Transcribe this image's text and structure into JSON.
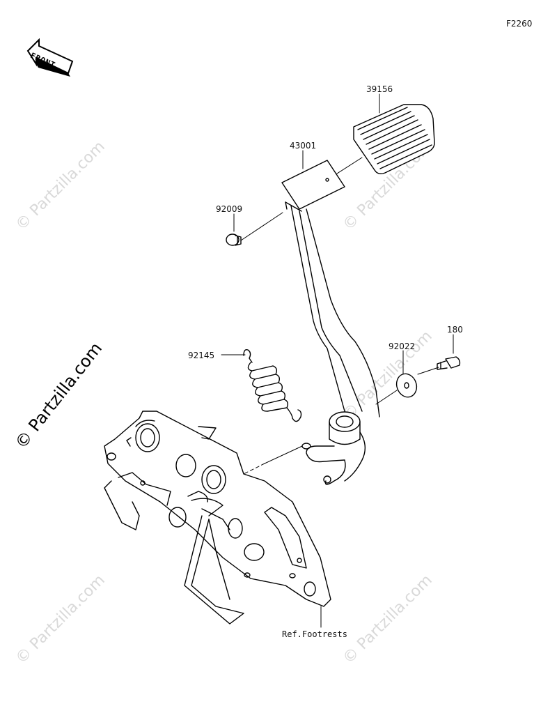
{
  "diagram_code": "F2260",
  "front_label": "FRONT",
  "parts": [
    {
      "id": "p39156",
      "number": "39156"
    },
    {
      "id": "p43001",
      "number": "43001"
    },
    {
      "id": "p92009",
      "number": "92009"
    },
    {
      "id": "p180",
      "number": "180"
    },
    {
      "id": "p92022",
      "number": "92022"
    },
    {
      "id": "p92145",
      "number": "92145"
    }
  ],
  "reference_label": "Ref.Footrests",
  "watermark_text": "© Partzilla.com",
  "watermark_main": "© Partzilla.com"
}
